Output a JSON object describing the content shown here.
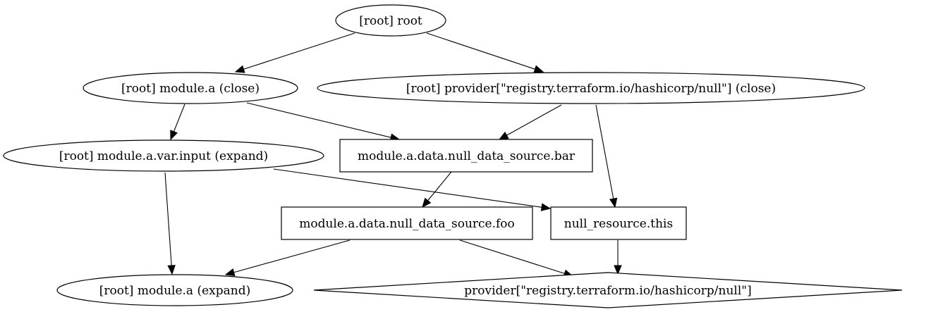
{
  "graph": {
    "nodes": [
      {
        "id": "root",
        "label": "[root] root",
        "shape": "ellipse"
      },
      {
        "id": "module_a_close",
        "label": "[root] module.a (close)",
        "shape": "ellipse"
      },
      {
        "id": "provider_close",
        "label": "[root] provider[\"registry.terraform.io/hashicorp/null\"] (close)",
        "shape": "ellipse"
      },
      {
        "id": "var_input_expand",
        "label": "[root] module.a.var.input (expand)",
        "shape": "ellipse"
      },
      {
        "id": "data_bar",
        "label": "module.a.data.null_data_source.bar",
        "shape": "box"
      },
      {
        "id": "data_foo",
        "label": "module.a.data.null_data_source.foo",
        "shape": "box"
      },
      {
        "id": "null_resource_this",
        "label": "null_resource.this",
        "shape": "box"
      },
      {
        "id": "module_a_expand",
        "label": "[root] module.a (expand)",
        "shape": "ellipse"
      },
      {
        "id": "provider",
        "label": "provider[\"registry.terraform.io/hashicorp/null\"]",
        "shape": "diamond"
      }
    ],
    "edges": [
      {
        "from": "root",
        "to": "module_a_close"
      },
      {
        "from": "root",
        "to": "provider_close"
      },
      {
        "from": "module_a_close",
        "to": "var_input_expand"
      },
      {
        "from": "module_a_close",
        "to": "data_bar"
      },
      {
        "from": "provider_close",
        "to": "data_bar"
      },
      {
        "from": "provider_close",
        "to": "null_resource_this"
      },
      {
        "from": "var_input_expand",
        "to": "module_a_expand"
      },
      {
        "from": "var_input_expand",
        "to": "null_resource_this"
      },
      {
        "from": "data_bar",
        "to": "data_foo"
      },
      {
        "from": "data_foo",
        "to": "module_a_expand"
      },
      {
        "from": "data_foo",
        "to": "provider"
      },
      {
        "from": "null_resource_this",
        "to": "provider"
      }
    ]
  }
}
